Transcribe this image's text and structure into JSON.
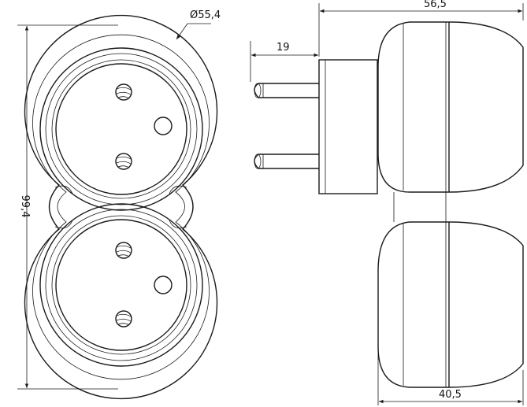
{
  "dimensions": {
    "diameter": "Ø55,4",
    "height": "99,4",
    "total_depth": "56,5",
    "plug_length": "19",
    "body_depth": "40,5"
  }
}
